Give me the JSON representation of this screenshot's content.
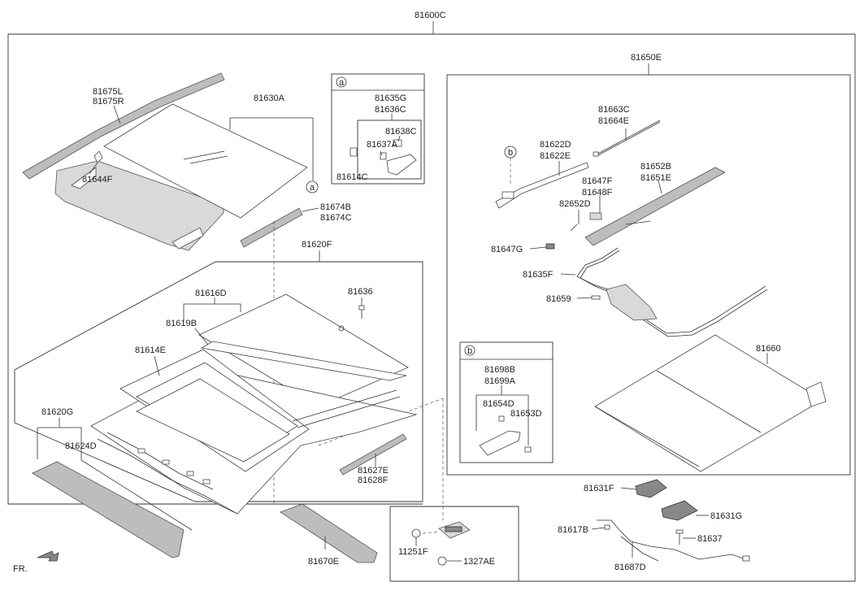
{
  "labels": {
    "p81600C": "81600C",
    "p81650E": "81650E",
    "p81675L": "81675L",
    "p81675R": "81675R",
    "p81630A": "81630A",
    "p81644F": "81644F",
    "p81674B": "81674B",
    "p81674C": "81674C",
    "p81620F": "81620F",
    "p81616D": "81616D",
    "p81619B": "81619B",
    "p81636": "81636",
    "p81614E": "81614E",
    "p81620G": "81620G",
    "p81624D": "81624D",
    "p81627E": "81627E",
    "p81628F": "81628F",
    "p81670E": "81670E",
    "p11251F": "11251F",
    "p1327AE": "1327AE",
    "p81635G": "81635G",
    "p81636C": "81636C",
    "p81638C": "81638C",
    "p81637A": "81637A",
    "p81614C": "81614C",
    "p81663C": "81663C",
    "p81664E": "81664E",
    "p81622D": "81622D",
    "p81622E": "81622E",
    "p81652B": "81652B",
    "p81651E": "81651E",
    "p81647F": "81647F",
    "p81648F": "81648F",
    "p82652D": "82652D",
    "p81647G": "81647G",
    "p81635F": "81635F",
    "p81659": "81659",
    "p81660": "81660",
    "p81698B": "81698B",
    "p81699A": "81699A",
    "p81654D": "81654D",
    "p81653D": "81653D",
    "p81631F": "81631F",
    "p81631G": "81631G",
    "p81617B": "81617B",
    "p81637": "81637",
    "p81687D": "81687D",
    "fr": "FR."
  },
  "markers": {
    "a": "a",
    "b": "b"
  },
  "colors": {
    "line": "#333333",
    "shade": "#bdbdbd",
    "dark": "#888888"
  }
}
